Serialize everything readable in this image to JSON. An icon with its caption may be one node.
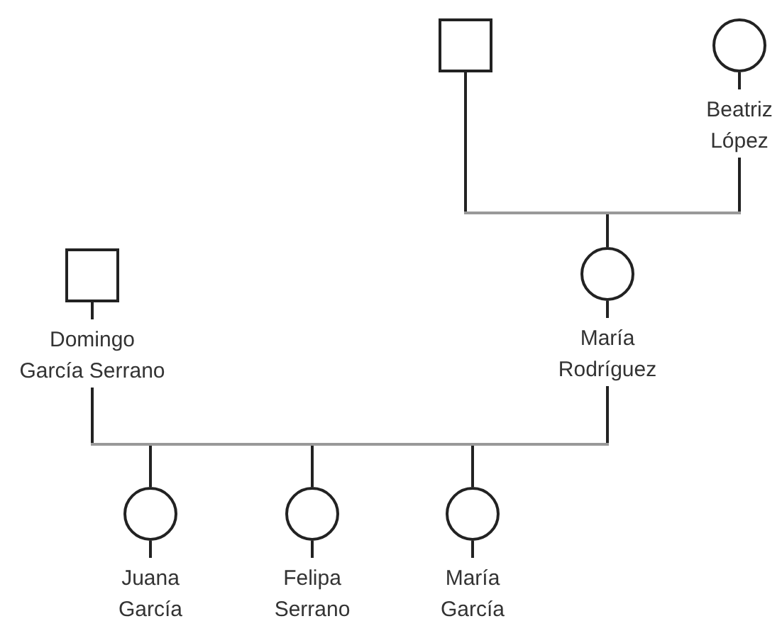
{
  "diagram": {
    "nodes": [
      {
        "text": [],
        "shape": "box"
      },
      {
        "text": [],
        "shape": "circle",
        "beside": [
          "Beatriz López"
        ]
      },
      {
        "text": [],
        "shape": "box",
        "beside": [
          "Domingo García Serrano"
        ]
      },
      {
        "text": [],
        "shape": "circle",
        "beside": [
          "María Rodríguez"
        ]
      },
      {
        "text": [],
        "shape": "circle",
        "beside": [
          "Juana García"
        ]
      },
      {
        "text": [],
        "shape": "circle",
        "beside": [
          "Felipa Serrano"
        ]
      },
      {
        "text": [],
        "shape": "circle",
        "beside": [
          "María García"
        ]
      }
    ],
    "edges": [
      {
        "from": 0,
        "to": 3,
        "arrow": "none"
      },
      {
        "from": 1,
        "to": 3,
        "arrow": "none"
      },
      {
        "from": 2,
        "to": 4,
        "arrow": "none"
      },
      {
        "from": 2,
        "to": 5,
        "arrow": "none"
      },
      {
        "from": 2,
        "to": 6,
        "arrow": "none"
      },
      {
        "from": 3,
        "to": 4,
        "arrow": "none"
      },
      {
        "from": 3,
        "to": 5,
        "arrow": "none"
      },
      {
        "from": 3,
        "to": 6,
        "arrow": "none"
      }
    ]
  }
}
